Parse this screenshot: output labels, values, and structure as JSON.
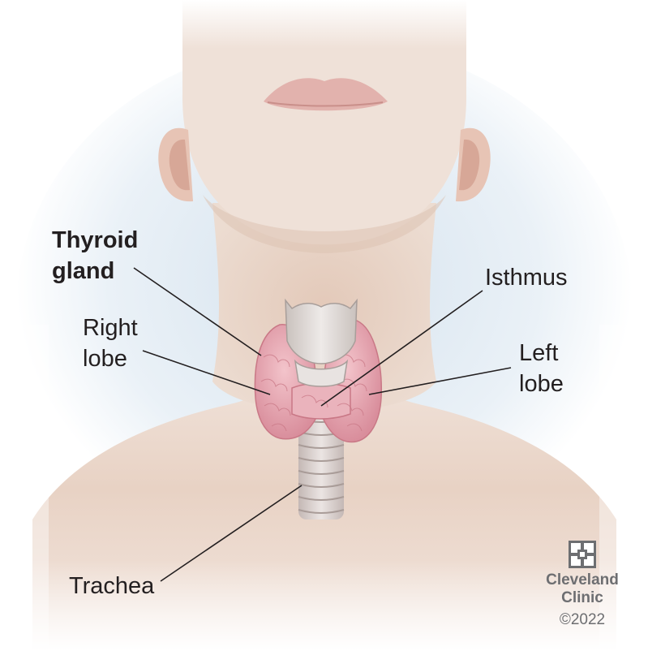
{
  "labels": {
    "thyroid_gland": [
      "Thyroid",
      "gland"
    ],
    "right_lobe": [
      "Right",
      "lobe"
    ],
    "isthmus": "Isthmus",
    "left_lobe": [
      "Left",
      "lobe"
    ],
    "trachea": "Trachea"
  },
  "brand": {
    "name_line1": "Cleveland",
    "name_line2": "Clinic",
    "copyright": "©2022",
    "logo_icon": "cleveland-clinic-cross-logo"
  },
  "colors": {
    "text": "#231f20",
    "leader_line": "#231f20",
    "skin": "#e9d3c6",
    "thyroid": "#e7a8b2",
    "cartilage": "#dfd9d6",
    "background_glow": "#dbe6f0",
    "brand_gray": "#6d6e71"
  }
}
